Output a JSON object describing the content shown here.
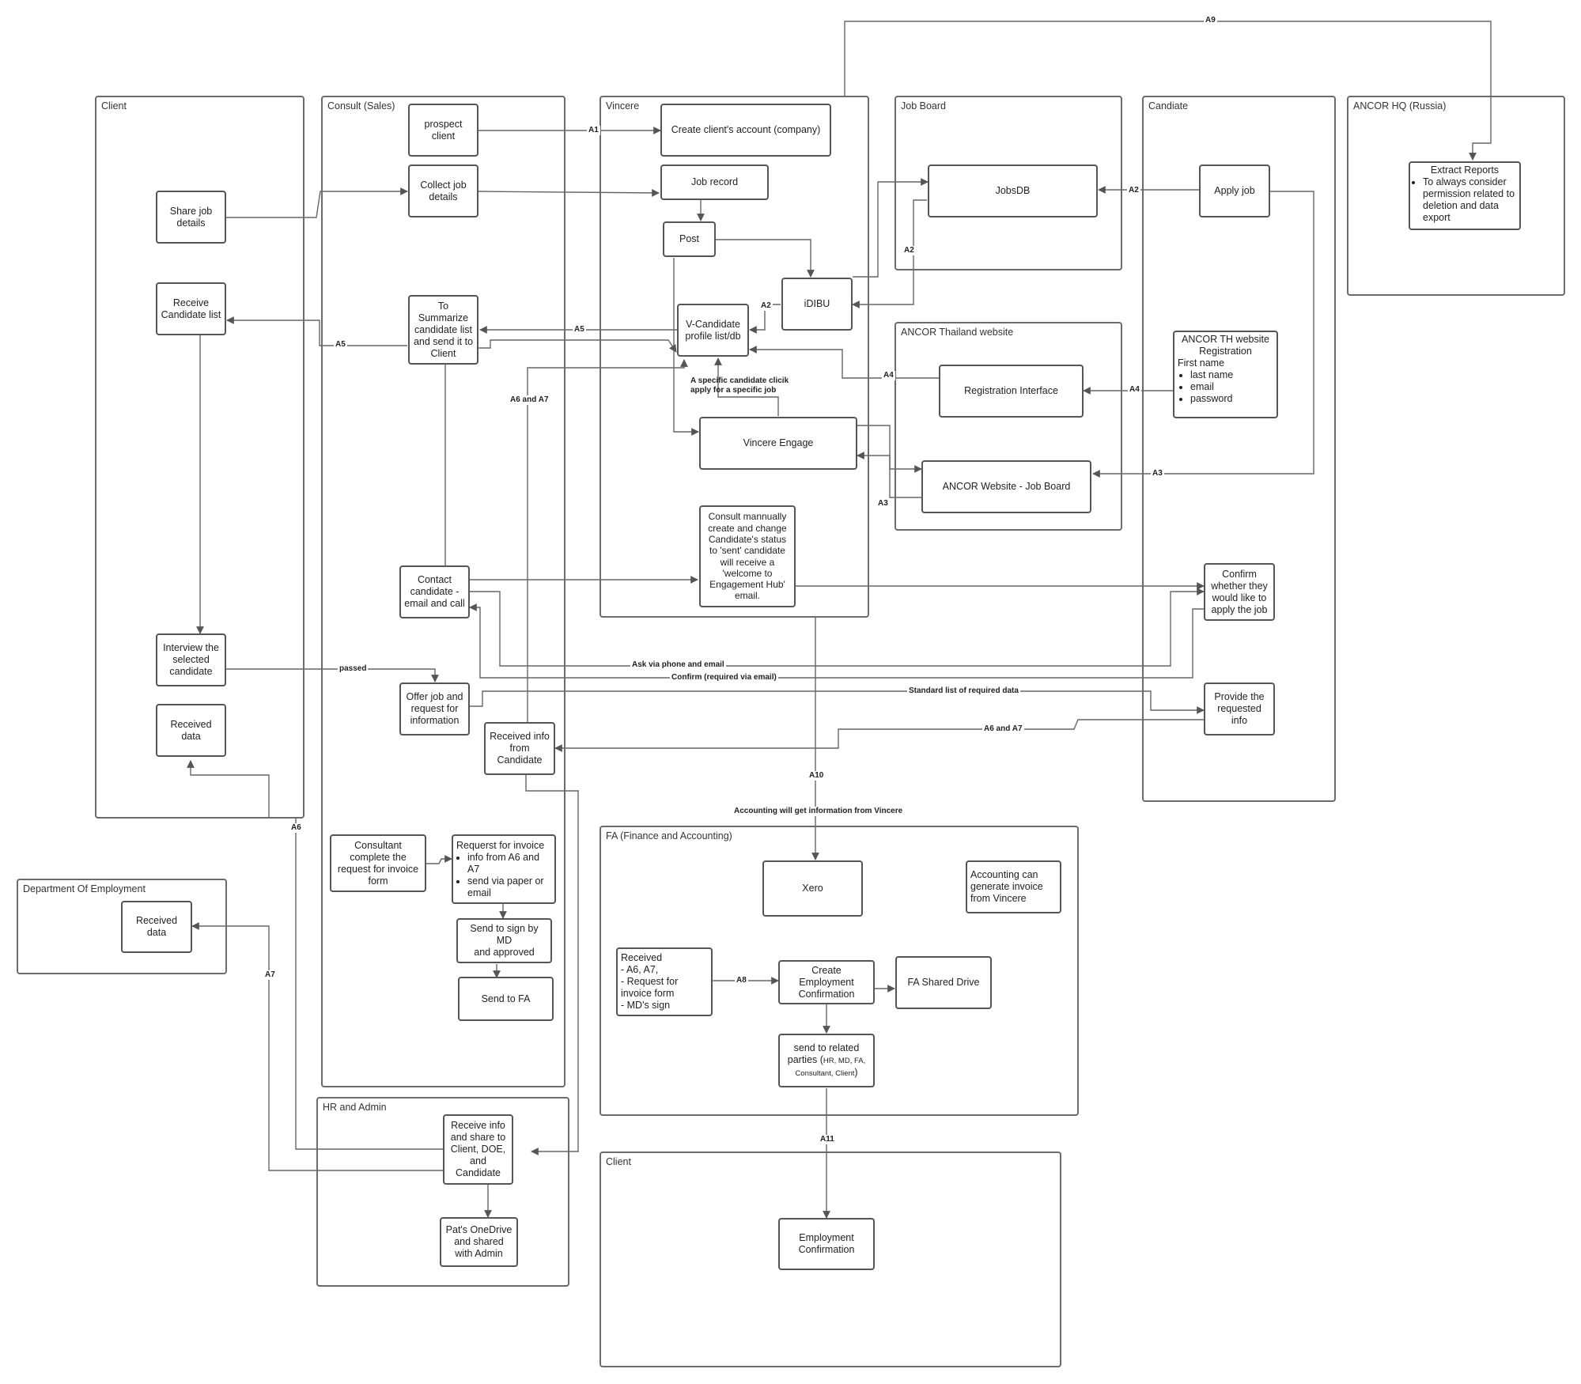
{
  "lanes": {
    "client": "Client",
    "consult": "Consult (Sales)",
    "vincere": "Vincere",
    "jobboard": "Job Board",
    "candidate": "Candiate",
    "ancor_hq": "ANCOR HQ (Russia)",
    "ancor_th": "ANCOR Thailand website",
    "doe": "Department Of Employment",
    "hr": "HR and Admin",
    "fa": "FA (Finance and Accounting)",
    "client2": "Client"
  },
  "nodes": {
    "share_job": "Share job\ndetails",
    "receive_cand": "Receive\nCandidate list",
    "interview": "Interview the\nselected\ncandidate",
    "client_received": "Received\ndata",
    "prospect": "prospect\nclient",
    "collect_job": "Collect job\ndetails",
    "summarize": "To\nSummarize\ncandidate list\nand send it to\nClient",
    "contact": "Contact\ncandidate -\nemail and call",
    "offer": "Offer job and\nrequest for\ninformation",
    "received_info": "Received info\nfrom\nCandidate",
    "consultant_complete": "Consultant\ncomplete the\nrequest for invoice\nform",
    "request_invoice_title": "Requerst for invoice",
    "request_invoice_items": [
      "info from A6 and A7",
      "send via paper or email"
    ],
    "sign_md": "Send to sign by MD\nand approved",
    "send_fa": "Send to FA",
    "create_account": "Create client's account (company)",
    "job_record": "Job record",
    "post": "Post",
    "idibu": "iDIBU",
    "vcandidate": "V-Candidate\nprofile list/db",
    "engage": "Vincere Engage",
    "consult_manual": "Consult mannually\ncreate and change\nCandidate's status\nto 'sent' candidate\nwill receive a\n'welcome to\nEngagement Hub'\nemail.",
    "jobsdb": "JobsDB",
    "reg_interface": "Registration Interface",
    "ancor_jobboard": "ANCOR Website - Job Board",
    "apply_job": "Apply job",
    "th_reg_title": "ANCOR TH website\nRegistration",
    "th_reg_first": "First name",
    "th_reg_items": [
      "last name",
      "email",
      "password"
    ],
    "confirm": "Confirm\nwhether they\nwould like to\napply the job",
    "provide": "Provide the\nrequested\ninfo",
    "extract_title": "Extract Reports",
    "extract_items": [
      "To always consider permission related to deletion and data export"
    ],
    "doe_received": "Received\ndata",
    "hr_receive": "Receive info\nand share to\nClient, DOE,\nand\nCandidate",
    "onedrive": "Pat's OneDrive\nand shared\nwith Admin",
    "xero": "Xero",
    "accounting_gen": "Accounting can\ngenerate invoice\nfrom Vincere",
    "fa_received": "Received\n- A6, A7,\n- Request for\ninvoice form\n- MD's sign",
    "create_emp": "Create Employment\nConfirmation",
    "fa_shared": "FA Shared Drive",
    "send_related_main": "send to related\nparties (",
    "send_related_small": "HR, MD, FA,\nConsultant, Client",
    "send_related_end": ")",
    "emp_confirm": "Employment\nConfirmation"
  },
  "labels": {
    "a1": "A1",
    "a2_jobsdb": "A2",
    "a2_idibu": "A2",
    "a2_vcand": "A2",
    "a3_engage": "A3",
    "a3_cand": "A3",
    "a4_reg": "A4",
    "a4_vcand": "A4",
    "a5_client": "A5",
    "a5_vcand": "A5",
    "a6": "A6",
    "a6a7_vert": "A6 and A7",
    "a6a7_provide": "A6 and A7",
    "a7": "A7",
    "a8": "A8",
    "a9": "A9",
    "a10": "A10",
    "a11": "A11",
    "specific_candidate": "A specific candidate clicik\napply for a specific job",
    "passed": "passed",
    "ask_phone": "Ask via phone and email",
    "confirm_email": "Confirm (required via email)",
    "standard_list": "Standard list of required data",
    "accounting_info": "Accounting will get information from Vincere"
  }
}
